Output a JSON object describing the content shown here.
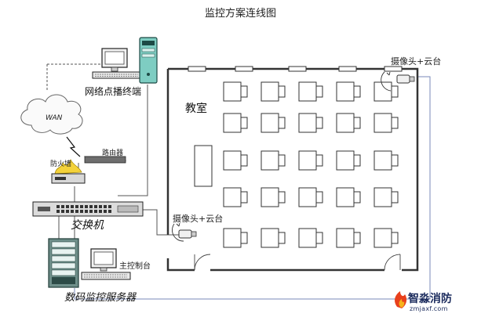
{
  "title": "监控方案连线图",
  "nodes": {
    "network_terminal": "网络点播终端",
    "wan": "WAN",
    "router": "路由器",
    "firewall": "防火墙",
    "switch": "交换机",
    "classroom": "教室",
    "camera_right": "摄像头+云台",
    "camera_left": "摄像头+云台",
    "master_console": "主控制台",
    "digital_server": "数码监控服务器"
  },
  "watermark": {
    "name": "智淼消防",
    "url": "zmjaxf.com"
  }
}
